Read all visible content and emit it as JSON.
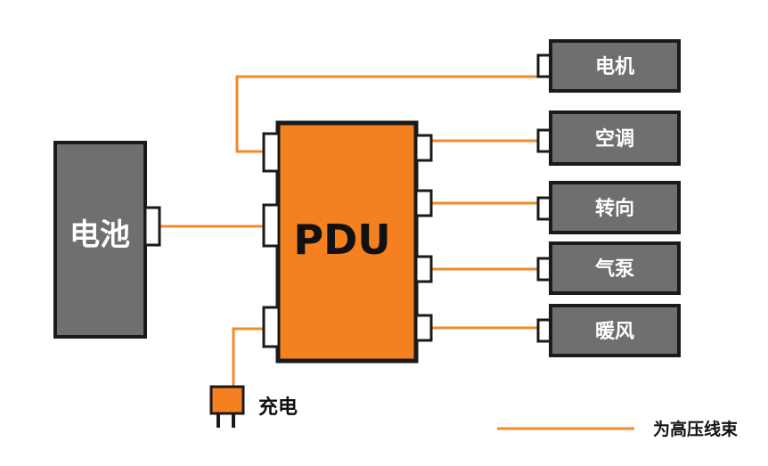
{
  "hub": {
    "label": "PDU"
  },
  "source": {
    "label": "电池"
  },
  "loads": [
    {
      "label": "电机"
    },
    {
      "label": "空调"
    },
    {
      "label": "转向"
    },
    {
      "label": "气泵"
    },
    {
      "label": "暖风"
    }
  ],
  "charging": {
    "label": "充电"
  },
  "legend": {
    "label": "为高压线束"
  },
  "colors": {
    "wire": "#F08A2C",
    "hub_fill": "#F4801F",
    "component_fill": "#6F6F6F",
    "outline": "#1A1A1A"
  }
}
